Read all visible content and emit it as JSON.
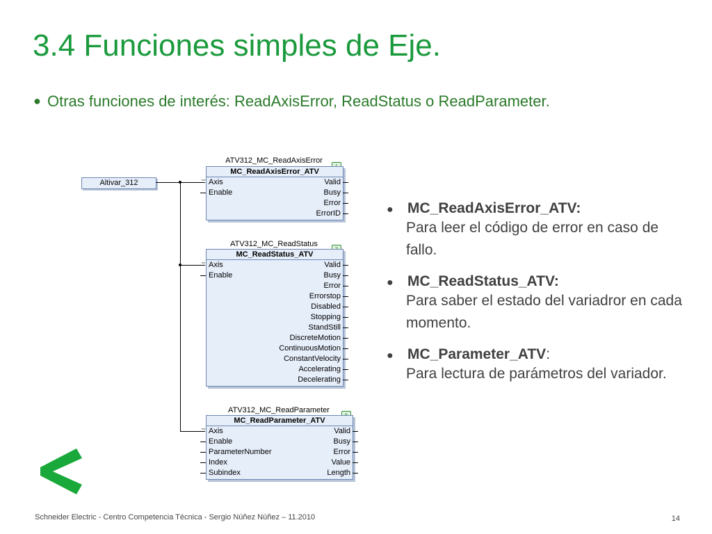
{
  "slide": {
    "title": "3.4 Funciones simples de Eje.",
    "intro": "Otras funciones de interés: ReadAxisError, ReadStatus o ReadParameter.",
    "intro_bullet": "●"
  },
  "diagram": {
    "variable": "Altivar_312",
    "blocks": [
      {
        "instance": "ATV312_MC_ReadAxisError",
        "type": "MC_ReadAxisError_ATV",
        "badge": "1",
        "inputs": [
          "Axis",
          "Enable"
        ],
        "outputs": [
          "Valid",
          "Busy",
          "Error",
          "ErrorID"
        ]
      },
      {
        "instance": "ATV312_MC_ReadStatus",
        "type": "MC_ReadStatus_ATV",
        "badge": "3",
        "inputs": [
          "Axis",
          "Enable"
        ],
        "outputs": [
          "Valid",
          "Busy",
          "Error",
          "Errorstop",
          "Disabled",
          "Stopping",
          "StandStill",
          "DiscreteMotion",
          "ContinuousMotion",
          "ConstantVelocity",
          "Accelerating",
          "Decelerating"
        ]
      },
      {
        "instance": "ATV312_MC_ReadParameter",
        "type": "MC_ReadParameter_ATV",
        "badge": "6",
        "inputs": [
          "Axis",
          "Enable",
          "ParameterNumber",
          "Index",
          "Subindex"
        ],
        "outputs": [
          "Valid",
          "Busy",
          "Error",
          "Value",
          "Length"
        ]
      }
    ]
  },
  "notes": [
    {
      "bullet": "●",
      "name": "MC_ReadAxisError_ATV:",
      "desc": "Para leer el código de error en caso de fallo."
    },
    {
      "bullet": "●",
      "name": "MC_ReadStatus_ATV:",
      "desc": "Para saber el estado del variadror en cada momento."
    },
    {
      "bullet": "●",
      "name": "MC_Parameter_ATV",
      "suffix": ":",
      "desc": "Para lectura de parámetros del variador."
    }
  ],
  "footer": {
    "text": "Schneider Electric - Centro Competencia Técnica - Sergio Núñez Núñez – 11.2010",
    "page": "14"
  },
  "colors": {
    "title": "#1a9a3c",
    "intro": "#2a7a2a",
    "chevron": "#19a83a",
    "fb_fill": "#e6eefa",
    "fb_border": "#6e87b2"
  },
  "icons": [
    "back-chevron-icon",
    "link-arrow-icon"
  ]
}
